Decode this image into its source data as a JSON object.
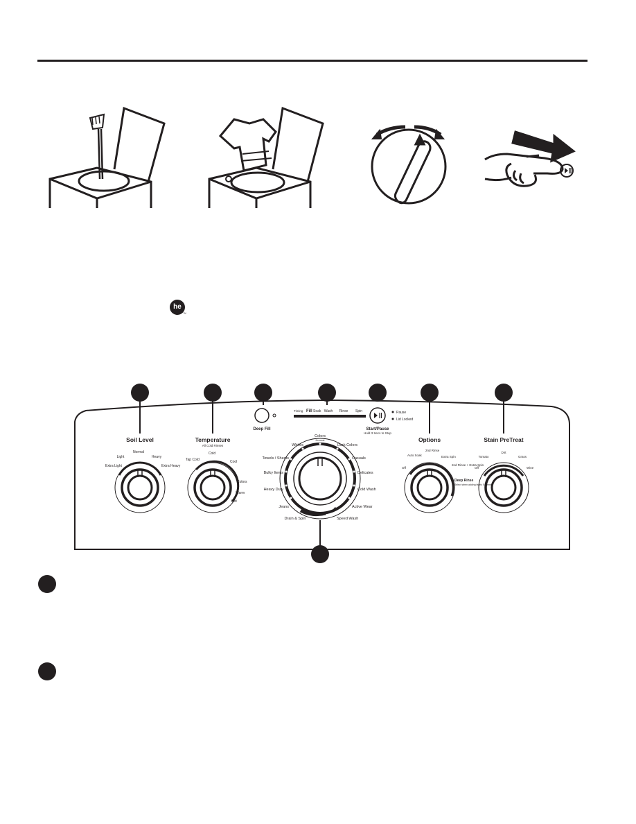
{
  "logo": {
    "text": "he",
    "tm": "™"
  },
  "panel": {
    "soil": {
      "title": "Soil Level",
      "extra_light": "Extra Light",
      "light": "Light",
      "normal": "Normal",
      "heavy": "Heavy",
      "extra_heavy": "Extra Heavy"
    },
    "temp": {
      "title": "Temperature",
      "subtitle": "All Cold Rinses",
      "tap_cold": "Tap Cold",
      "cold": "Cold",
      "cool": "Cool",
      "colors": "Colors",
      "warm": "Warm",
      "hot": "Hot"
    },
    "deep_fill": {
      "label": "Deep Fill"
    },
    "status": {
      "timing": "Timing",
      "fill": "Fill",
      "soak": "Soak",
      "wash": "Wash",
      "rinse": "Rinse",
      "spin": "Spin"
    },
    "start": {
      "title": "Start/Pause",
      "subtitle": "Hold 3 Secs to Stop",
      "pause": "Pause",
      "lid_locked": "Lid Locked"
    },
    "cycles": {
      "colors": "Colors",
      "normal": "Normal",
      "whites": "Whites",
      "dark_colors": "Dark Colors",
      "towels": "Towels / Sheets",
      "casuals": "Casuals",
      "bulky": "Bulky Items",
      "delicates": "Delicates",
      "heavy_duty": "Heavy Duty",
      "cold_wash": "Cold Wash",
      "jeans": "Jeans",
      "active_wear": "Active Wear",
      "drain_spin": "Drain & Spin",
      "speed_wash": "Speed Wash"
    },
    "options": {
      "title": "Options",
      "off": "Off",
      "auto_soak": "Auto Soak",
      "second_rinse": "2nd Rinse",
      "extra_spin": "Extra Spin",
      "rinse_spin": "2nd Rinse + Extra Spin",
      "deep_rinse": "Deep Rinse",
      "deep_rinse_note": "Select when adding fabric Softener"
    },
    "stain": {
      "title": "Stain PreTreat",
      "off": "Off",
      "tomato": "Tomato",
      "dirt": "Dirt",
      "grass": "Grass",
      "wine": "Wine"
    }
  }
}
